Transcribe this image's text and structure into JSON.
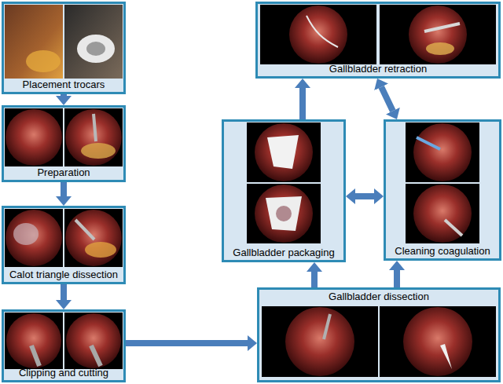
{
  "diagram": {
    "nodes": [
      {
        "text": [
          "Placement trocars"
        ]
      },
      {
        "text": [
          "Preparation"
        ]
      },
      {
        "text": [
          "Calot triangle dissection"
        ]
      },
      {
        "text": [
          "Clipping and cutting"
        ]
      },
      {
        "text": [
          "Gallbladder dissection"
        ]
      },
      {
        "text": [
          "Gallbladder packaging"
        ]
      },
      {
        "text": [
          "Cleaning coagulation"
        ]
      },
      {
        "text": [
          "Gallbladder retraction"
        ]
      }
    ],
    "edges": [
      {
        "from": 0,
        "to": 1,
        "arrow": "to"
      },
      {
        "from": 1,
        "to": 2,
        "arrow": "to"
      },
      {
        "from": 2,
        "to": 3,
        "arrow": "to"
      },
      {
        "from": 3,
        "to": 4,
        "arrow": "to"
      },
      {
        "from": 4,
        "to": 5,
        "arrow": "to"
      },
      {
        "from": 4,
        "to": 6,
        "arrow": "to"
      },
      {
        "from": 5,
        "to": 6,
        "arrow": "both"
      },
      {
        "from": 5,
        "to": 7,
        "arrow": "to"
      },
      {
        "from": 6,
        "to": 7,
        "arrow": "both"
      }
    ]
  }
}
